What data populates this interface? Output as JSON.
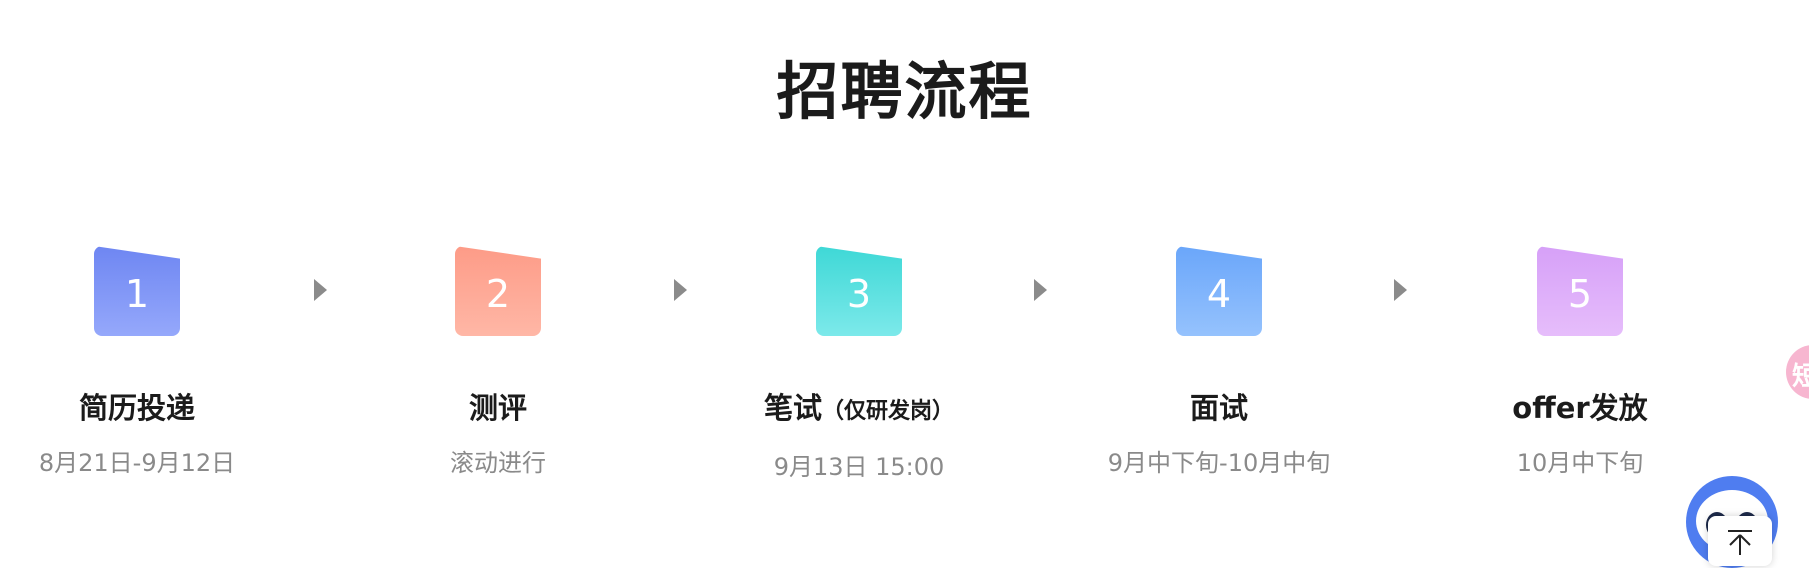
{
  "title": "招聘流程",
  "steps": [
    {
      "num": "1",
      "title": "简历投递",
      "title_note": "",
      "date": "8月21日-9月12日"
    },
    {
      "num": "2",
      "title": "测评",
      "title_note": "",
      "date": "滚动进行"
    },
    {
      "num": "3",
      "title": "笔试",
      "title_note": "（仅研发岗）",
      "date": "9月13日 15:00"
    },
    {
      "num": "4",
      "title": "面试",
      "title_note": "",
      "date": "9月中下旬-10月中旬"
    },
    {
      "num": "5",
      "title": "offer发放",
      "title_note": "",
      "date": "10月中下旬"
    }
  ],
  "colors": {
    "step1": "#7b92f6",
    "step2": "#fea692",
    "step3": "#55dfdf",
    "step4": "#7eb3fb",
    "step5": "#dcaaf9",
    "arrow": "#8b8b8b"
  },
  "icons": {
    "arrow": "triangle-right-icon",
    "float": "pink-floating-icon",
    "mascot": "mascot-icon",
    "back_to_top": "back-to-top-icon"
  },
  "float_label": "短"
}
